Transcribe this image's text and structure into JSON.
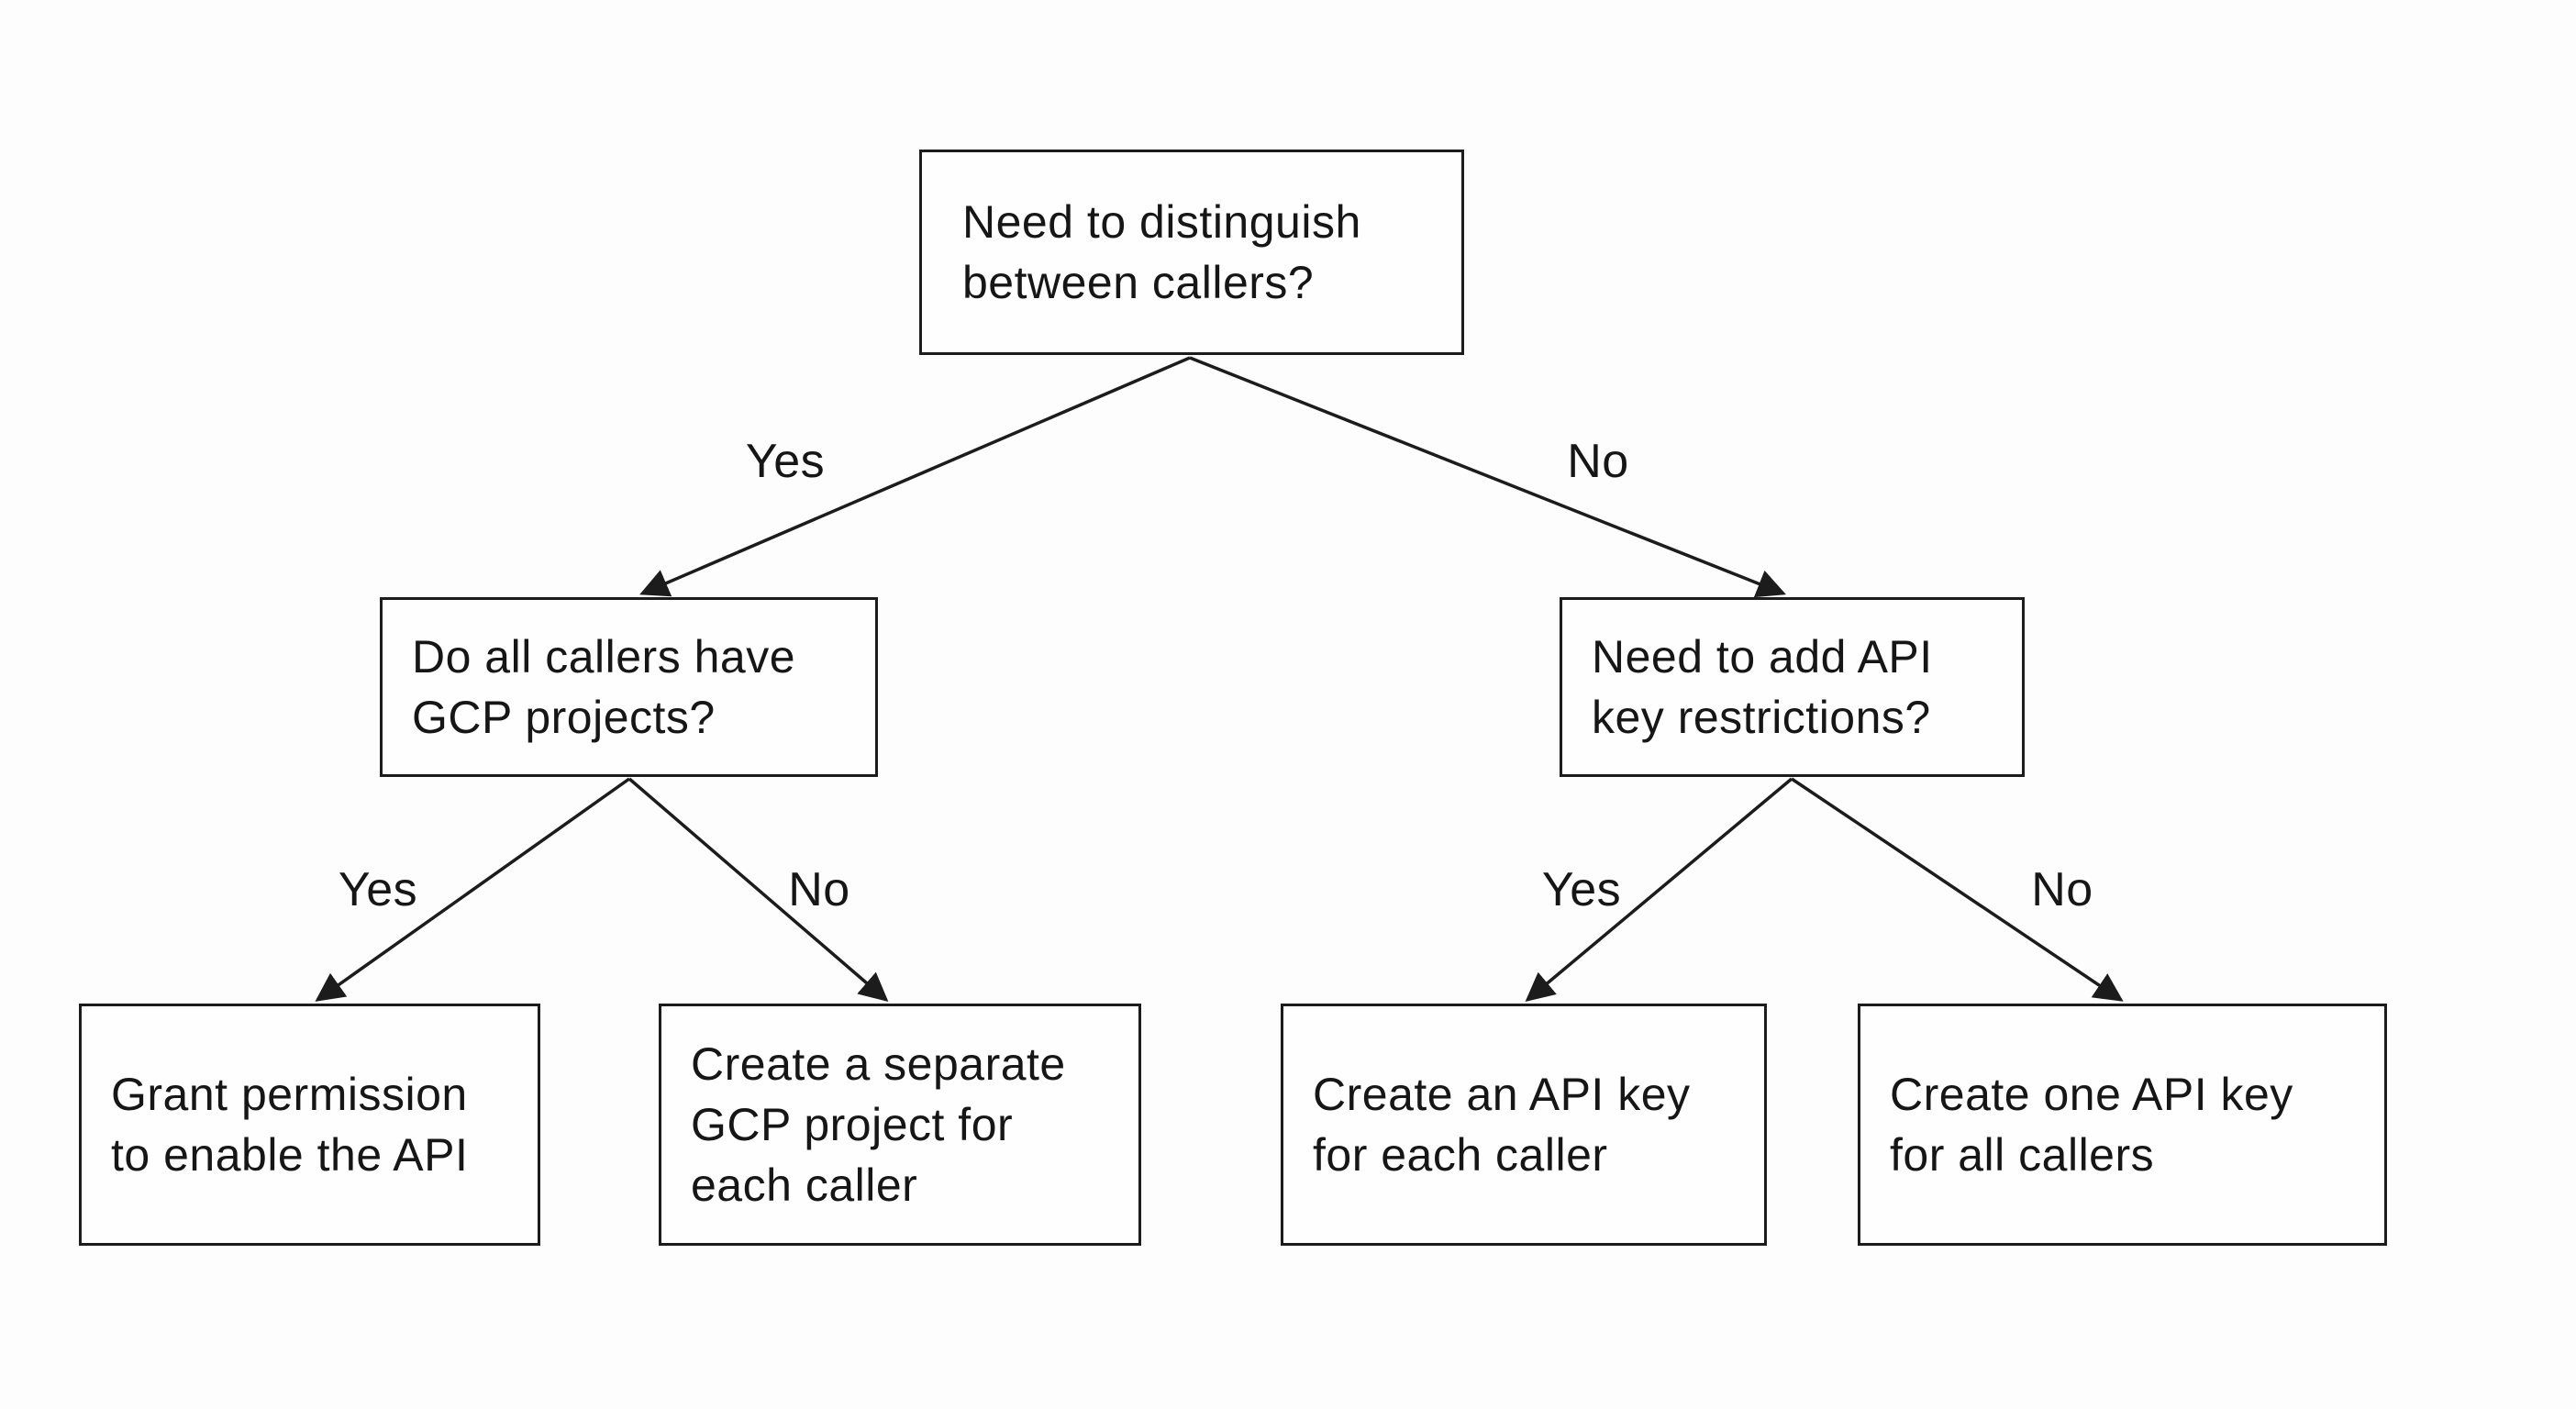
{
  "page": {
    "background_color": "#fdfdfd",
    "ink_color": "#1c1c1c"
  },
  "diagram": {
    "type": "decision-tree-flowchart",
    "nodes": {
      "root": {
        "label": "Need to distinguish\nbetween callers?"
      },
      "mid_left": {
        "label": "Do all callers have\nGCP projects?"
      },
      "mid_right": {
        "label": "Need to add API\nkey restrictions?"
      },
      "leaf_grant_permission": {
        "label": "Grant permission\nto enable the API"
      },
      "leaf_separate_project": {
        "label": "Create a separate\nGCP project for\neach caller"
      },
      "leaf_key_per_caller": {
        "label": "Create an API key\nfor each caller"
      },
      "leaf_one_key": {
        "label": "Create one API key\nfor all callers"
      }
    },
    "edges": [
      {
        "from": "root",
        "to": "mid_left",
        "label": "Yes"
      },
      {
        "from": "root",
        "to": "mid_right",
        "label": "No"
      },
      {
        "from": "mid_left",
        "to": "leaf_grant_permission",
        "label": "Yes"
      },
      {
        "from": "mid_left",
        "to": "leaf_separate_project",
        "label": "No"
      },
      {
        "from": "mid_right",
        "to": "leaf_key_per_caller",
        "label": "Yes"
      },
      {
        "from": "mid_right",
        "to": "leaf_one_key",
        "label": "No"
      }
    ]
  }
}
